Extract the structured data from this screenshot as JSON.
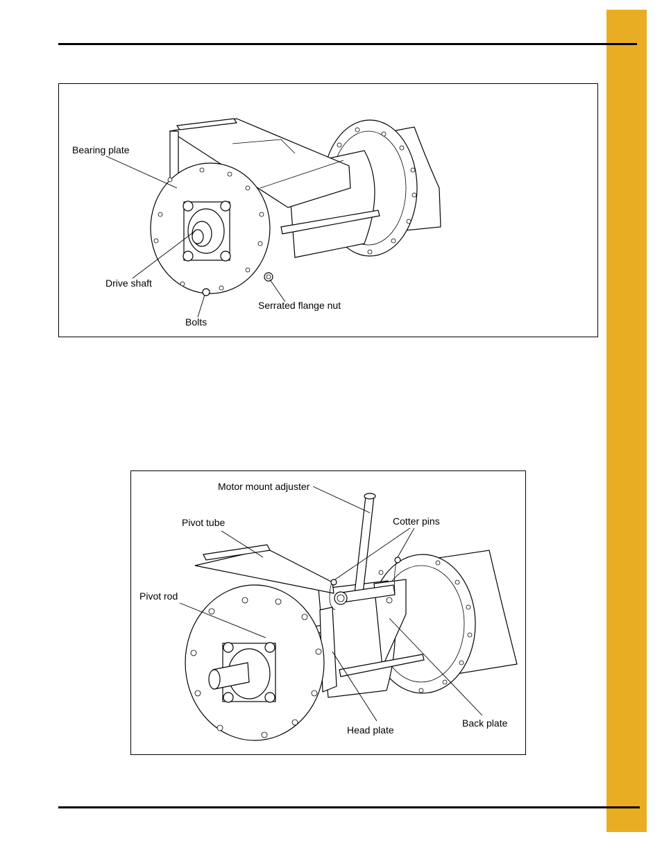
{
  "page": {
    "accent_color": "#e8ad23"
  },
  "figure1": {
    "labels": {
      "bearing_plate": "Bearing plate",
      "drive_shaft": "Drive shaft",
      "serrated_flange_nut": "Serrated flange nut",
      "bolts": "Bolts"
    }
  },
  "figure2": {
    "labels": {
      "motor_mount_adjuster": "Motor mount adjuster",
      "pivot_tube": "Pivot tube",
      "cotter_pins": "Cotter pins",
      "pivot_rod": "Pivot rod",
      "head_plate": "Head plate",
      "back_plate": "Back plate"
    }
  }
}
